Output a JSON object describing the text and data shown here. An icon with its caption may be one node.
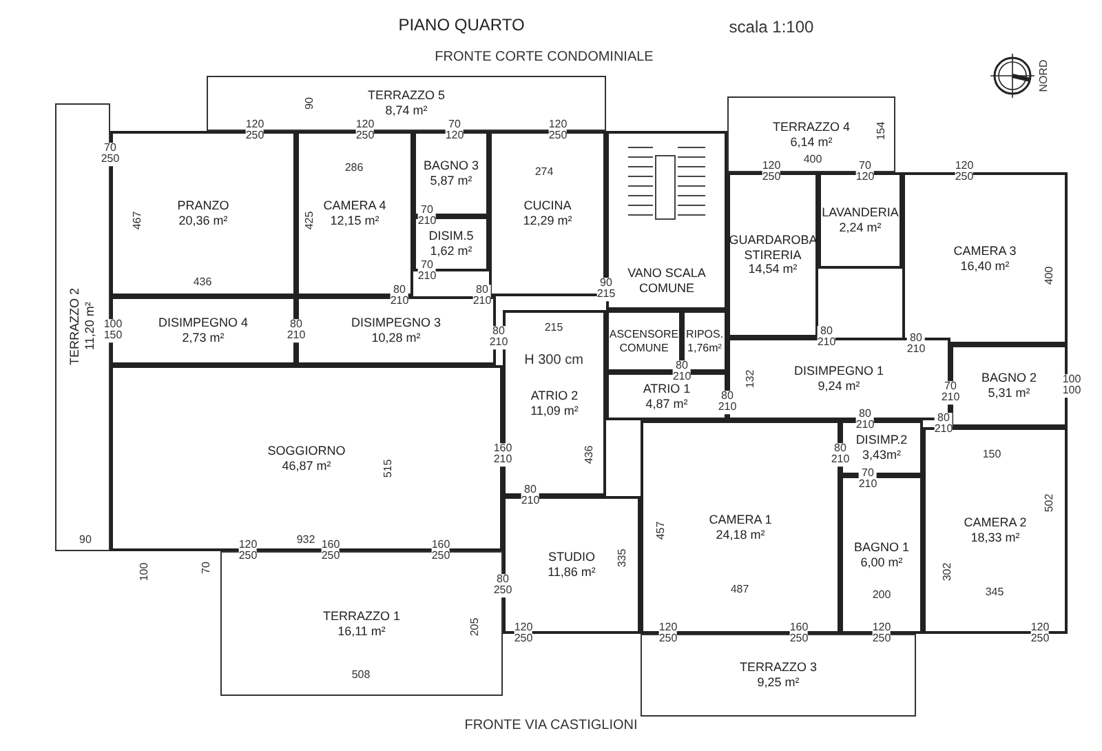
{
  "diagram": {
    "title": "PIANO QUARTO",
    "nodes": [
      {
        "text": [
          "PRANZO",
          "20,36 m²"
        ]
      },
      {
        "text": [
          "CAMERA 4",
          "12,15 m²"
        ]
      },
      {
        "text": [
          "BAGNO 3",
          "5,87 m²"
        ]
      },
      {
        "text": [
          "DISIM.5",
          "1,62 m²"
        ]
      },
      {
        "text": [
          "CUCINA",
          "12,29 m²"
        ]
      },
      {
        "text": [
          "VANO SCALA COMUNE"
        ]
      },
      {
        "text": [
          "TERRAZZO 5",
          "8,74 m²"
        ]
      },
      {
        "text": [
          "TERRAZZO 4",
          "6,14 m²"
        ]
      },
      {
        "text": [
          "LAVANDERIA",
          "2,24 m²"
        ]
      },
      {
        "text": [
          "GUARDAROBA STIRERIA",
          "14,54 m²"
        ]
      },
      {
        "text": [
          "CAMERA 3",
          "16,40 m²"
        ]
      },
      {
        "text": [
          "DISIMPEGNO 4",
          "2,73 m²"
        ]
      },
      {
        "text": [
          "DISIMPEGNO 3",
          "10,28 m²"
        ]
      },
      {
        "text": [
          "TERRAZZO 2",
          "11,20 m²"
        ]
      },
      {
        "text": [
          "SOGGIORNO",
          "46,87 m²"
        ]
      },
      {
        "text": [
          "ATRIO 2",
          "11,09 m²"
        ]
      },
      {
        "text": [
          "ASCENSORE COMUNE"
        ]
      },
      {
        "text": [
          "RIPOS.",
          "1,76m²"
        ]
      },
      {
        "text": [
          "ATRIO 1",
          "4,87 m²"
        ]
      },
      {
        "text": [
          "DISIMPEGNO 1",
          "9,24 m²"
        ]
      },
      {
        "text": [
          "BAGNO 2",
          "5,31 m²"
        ]
      },
      {
        "text": [
          "DISIMP.2",
          "3,43m²"
        ]
      },
      {
        "text": [
          "STUDIO",
          "11,86 m²"
        ]
      },
      {
        "text": [
          "CAMERA 1",
          "24,18 m²"
        ]
      },
      {
        "text": [
          "BAGNO 1",
          "6,00 m²"
        ]
      },
      {
        "text": [
          "CAMERA 2",
          "18,33 m²"
        ]
      },
      {
        "text": [
          "TERRAZZO 1",
          "16,11 m²"
        ]
      },
      {
        "text": [
          "TERRAZZO 3",
          "9,25 m²"
        ]
      }
    ],
    "labels": [
      "scala 1:100",
      "FRONTE CORTE CONDOMINIALE",
      "NORD",
      "90",
      "120 250",
      "120 250",
      "70 120",
      "120 250",
      "154",
      "70 250",
      "400",
      "286",
      "274",
      "120 250",
      "70 120",
      "120 250",
      "467",
      "425",
      "70 210",
      "436",
      "70 210",
      "90 215",
      "400",
      "80 210",
      "80 210",
      "100 150",
      "80 210",
      "80 210",
      "215",
      "80 210",
      "80 210",
      "H 300 cm",
      "80 210",
      "132",
      "70 210",
      "100 100",
      "80 210",
      "80 210",
      "80 210",
      "160 210",
      "436",
      "80 210",
      "150",
      "515",
      "70 210",
      "80 210",
      "502",
      "457",
      "90",
      "932",
      "120 250",
      "160 250",
      "160 250",
      "335",
      "100",
      "70",
      "302",
      "80 250",
      "487",
      "200",
      "345",
      "205",
      "120 250",
      "120 250",
      "160 250",
      "120 250",
      "120 250",
      "508",
      "FRONTE VIA CASTIGLIONI"
    ]
  }
}
